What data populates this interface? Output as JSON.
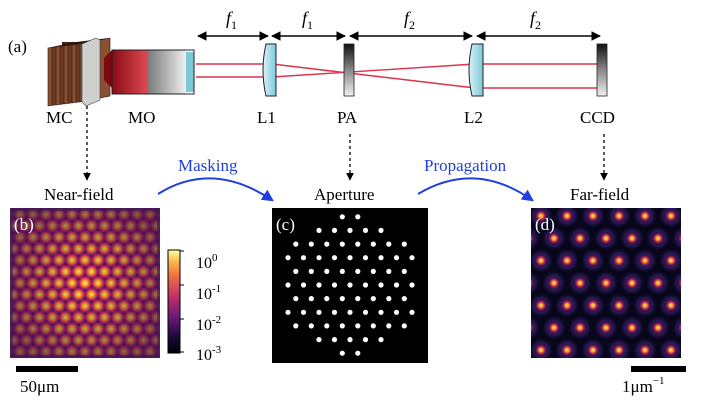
{
  "panel_labels": {
    "a": "(a)",
    "b": "(b)",
    "c": "(c)",
    "d": "(d)"
  },
  "components": {
    "mc": "MC",
    "mo": "MO",
    "l1": "L1",
    "pa": "PA",
    "l2": "L2",
    "ccd": "CCD"
  },
  "distances": {
    "f1": "f",
    "f1_sub": "1",
    "f2": "f",
    "f2_sub": "2"
  },
  "process": {
    "masking": "Masking",
    "propagation": "Propagation"
  },
  "panels": {
    "near_field": "Near-field",
    "aperture": "Aperture",
    "far_field": "Far-field"
  },
  "colorbar": {
    "ticks": [
      {
        "base": "10",
        "exp": "0"
      },
      {
        "base": "10",
        "exp": "-1"
      },
      {
        "base": "10",
        "exp": "-2"
      },
      {
        "base": "10",
        "exp": "-3"
      }
    ]
  },
  "scalebars": {
    "near": "50μm",
    "far_base": "1μm",
    "far_exp": "−1"
  },
  "colors": {
    "beam": "#e0304a",
    "process_arrow": "#1f3fe0",
    "process_text": "#1f3fe0",
    "lens_fill": "#a9dde8"
  }
}
